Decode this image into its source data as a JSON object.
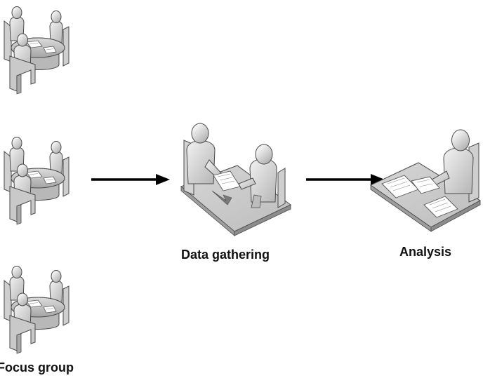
{
  "labels": {
    "focus_group": "Focus group",
    "data_gathering": "Data gathering",
    "analysis": "Analysis"
  },
  "icons": {
    "focus_group_stage": [
      "focus-group-meeting-icon",
      "focus-group-meeting-icon",
      "focus-group-meeting-icon"
    ],
    "data_gathering_stage": "interview-exchange-icon",
    "analysis_stage": "desk-analysis-icon",
    "connectors": [
      "right-arrow-icon",
      "right-arrow-icon"
    ]
  },
  "colors": {
    "figure_light": "#e8e8e8",
    "figure_mid": "#c4c4c4",
    "figure_dark": "#8a8a8a",
    "outline": "#4a4a4a",
    "arrow": "#000000",
    "text": "#111111"
  }
}
